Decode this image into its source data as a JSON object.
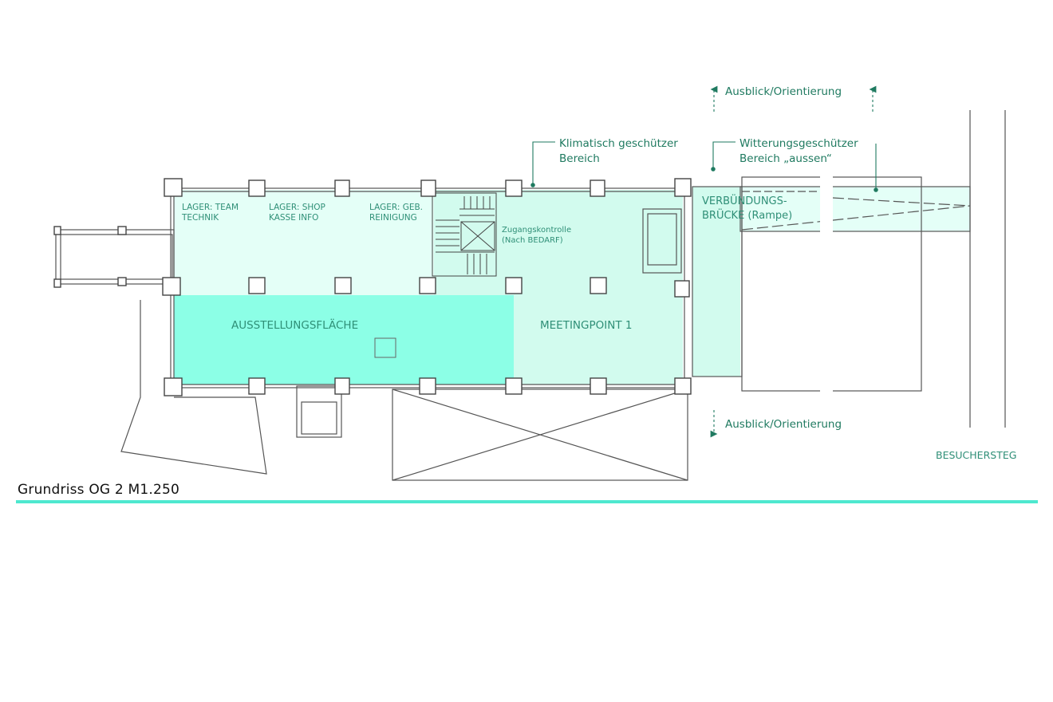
{
  "rooms": {
    "lager_team": [
      "LAGER: TEAM",
      "TECHNIK"
    ],
    "lager_shop": [
      "LAGER: SHOP",
      "KASSE INFO"
    ],
    "lager_geb": [
      "LAGER: GEB.",
      "REINIGUNG"
    ],
    "ausstellung": "AUSSTELLUNGSFLÄCHE",
    "meetingpoint": "MEETINGPOINT 1",
    "zugang": [
      "Zugangskontrolle",
      "(Nach BEDARF)"
    ],
    "bruecke": [
      "VERBÜNDUNGS-",
      "BRÜCKE (Rampe)"
    ]
  },
  "annotations": {
    "klima": [
      "Klimatisch geschützer",
      "Bereich"
    ],
    "witterung": [
      "Witterungsgeschützer",
      "Bereich „aussen“"
    ],
    "ausblick_top": "Ausblick/Orientierung",
    "ausblick_bottom": "Ausblick/Orientierung",
    "besuchersteg": "BESUCHERSTEG"
  },
  "caption": "Grundriss OG 2 M1.250",
  "colors": {
    "accent_line": "#4ee8cf",
    "exhibition_fill": "#8cffe6",
    "light_fill": "#e4fff7",
    "mid_fill": "#d2fbee",
    "label_green": "#2f8f77",
    "annotation_green": "#1f7a60"
  }
}
